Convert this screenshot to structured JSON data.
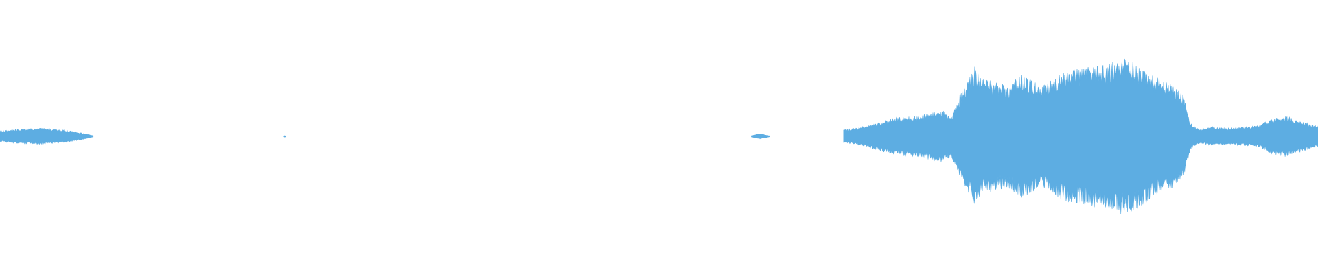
{
  "waveform": {
    "color": "#5dade2",
    "background": "#ffffff",
    "time_unit": "fraction-of-duration",
    "amplitude_unit": "fraction-of-full-scale",
    "segments": [
      {
        "start": 0.0,
        "end": 0.071,
        "envelope": [
          [
            0.0,
            0.04
          ],
          [
            0.01,
            0.05
          ],
          [
            0.03,
            0.06
          ],
          [
            0.05,
            0.045
          ],
          [
            0.062,
            0.025
          ],
          [
            0.071,
            0.005
          ]
        ]
      },
      {
        "start": 0.215,
        "end": 0.217,
        "envelope": [
          [
            0.215,
            0.004
          ],
          [
            0.216,
            0.006
          ],
          [
            0.217,
            0.004
          ]
        ]
      },
      {
        "start": 0.57,
        "end": 0.584,
        "envelope": [
          [
            0.57,
            0.005
          ],
          [
            0.574,
            0.015
          ],
          [
            0.577,
            0.02
          ],
          [
            0.58,
            0.012
          ],
          [
            0.584,
            0.004
          ]
        ]
      },
      {
        "start": 0.64,
        "end": 1.0,
        "envelope": [
          [
            0.64,
            0.05
          ],
          [
            0.65,
            0.06
          ],
          [
            0.665,
            0.1
          ],
          [
            0.68,
            0.14
          ],
          [
            0.695,
            0.15
          ],
          [
            0.705,
            0.17
          ],
          [
            0.715,
            0.19
          ],
          [
            0.722,
            0.15
          ],
          [
            0.728,
            0.3
          ],
          [
            0.74,
            0.52
          ],
          [
            0.745,
            0.42
          ],
          [
            0.755,
            0.4
          ],
          [
            0.765,
            0.38
          ],
          [
            0.775,
            0.45
          ],
          [
            0.782,
            0.42
          ],
          [
            0.79,
            0.36
          ],
          [
            0.795,
            0.4
          ],
          [
            0.8,
            0.44
          ],
          [
            0.81,
            0.48
          ],
          [
            0.82,
            0.5
          ],
          [
            0.83,
            0.52
          ],
          [
            0.84,
            0.52
          ],
          [
            0.85,
            0.57
          ],
          [
            0.86,
            0.55
          ],
          [
            0.87,
            0.48
          ],
          [
            0.88,
            0.42
          ],
          [
            0.89,
            0.38
          ],
          [
            0.898,
            0.3
          ],
          [
            0.903,
            0.1
          ],
          [
            0.91,
            0.05
          ],
          [
            0.92,
            0.07
          ],
          [
            0.93,
            0.06
          ],
          [
            0.945,
            0.07
          ],
          [
            0.955,
            0.08
          ],
          [
            0.965,
            0.13
          ],
          [
            0.975,
            0.15
          ],
          [
            0.985,
            0.12
          ],
          [
            0.995,
            0.09
          ],
          [
            1.0,
            0.08
          ]
        ]
      }
    ]
  }
}
